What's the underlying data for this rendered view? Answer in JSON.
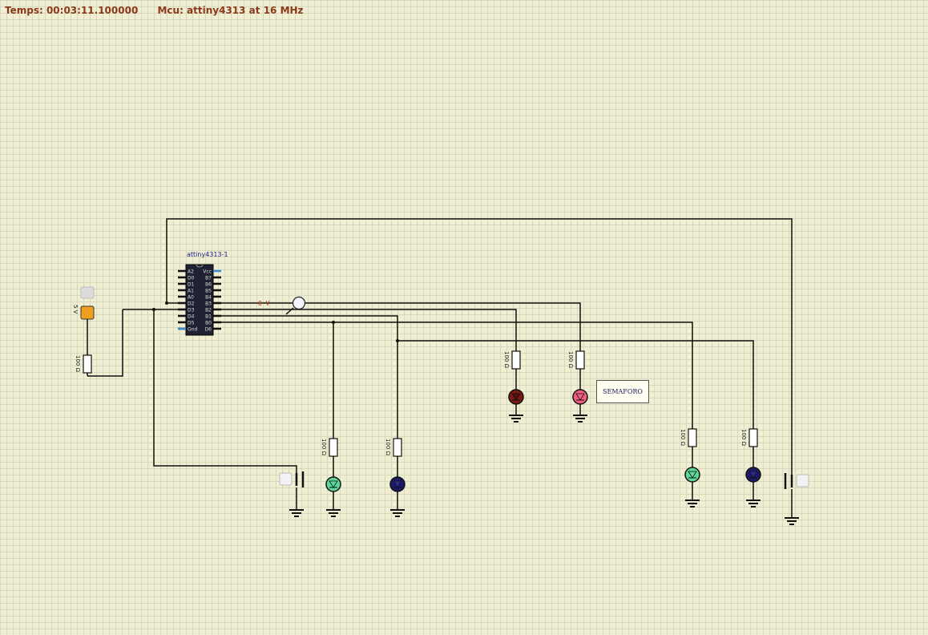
{
  "status": {
    "time_label": "Temps: 00:03:11.100000",
    "mcu_label": "Mcu: attiny4313 at 16 MHz"
  },
  "mcu": {
    "name": "attiny4313-1",
    "left_pins": [
      "A2",
      "D0",
      "D1",
      "A1",
      "A0",
      "D2",
      "D3",
      "D4",
      "D5",
      "Gnd"
    ],
    "right_pins": [
      "Vcc",
      "B7",
      "B6",
      "B5",
      "B4",
      "B3",
      "B2",
      "B1",
      "B0",
      "D6"
    ]
  },
  "supply": {
    "label": "5 V"
  },
  "probe": {
    "label": "0 V"
  },
  "resistor_label": "100 Ω",
  "note": {
    "text": "SEMAFORO"
  },
  "colors": {
    "wire": "#111111",
    "supply": "#f0a020",
    "led_green_on": "#5ed79a",
    "led_blue_off": "#1e1a6a",
    "led_red_dark": "#7a1a10",
    "led_red_on": "#f06080",
    "status_text": "#8a3a1a"
  }
}
